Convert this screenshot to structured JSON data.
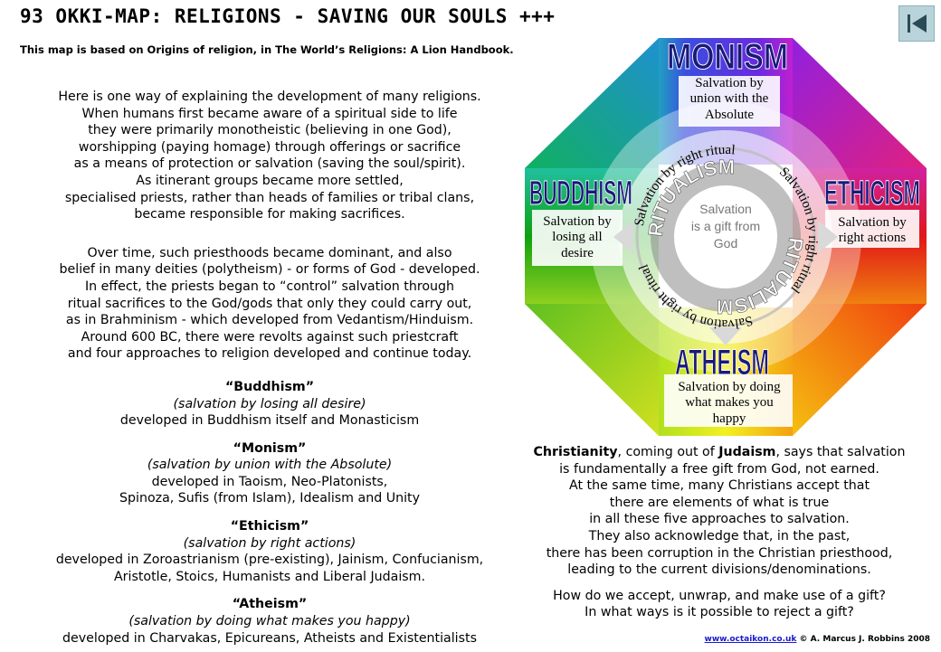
{
  "header": {
    "title": "93 OKKI-MAP: RELIGIONS - SAVING OUR SOULS +++",
    "subtitle": "This map is based on Origins of religion, in The World’s Religions: A Lion Handbook."
  },
  "intro": [
    [
      "Here is one way of explaining the development of many religions.",
      "When humans first became aware of a spiritual side to life",
      "they were primarily monotheistic (believing in one God),",
      "worshipping (paying homage) through offerings or sacrifice",
      "as a means of protection or salvation (saving the soul/spirit).",
      "As itinerant groups became more settled,",
      "specialised priests, rather than heads of families or tribal clans,",
      "became responsible for making sacrifices."
    ],
    [
      "Over time, such priesthoods became dominant, and also",
      "belief in many deities (polytheism) - or forms of God - developed.",
      "In effect, the priests began to “control” salvation through",
      "ritual sacrifices to the God/gods that only they could carry out,",
      "as in Brahminism - which developed from Vedantism/Hinduism.",
      "Around 600 BC, there were revolts against such priestcraft",
      "and four approaches to religion developed and continue today."
    ]
  ],
  "approaches": [
    {
      "name": "“Buddhism”",
      "desc": "(salvation by losing all desire)",
      "lines": [
        "developed in Buddhism itself and Monasticism"
      ]
    },
    {
      "name": "“Monism”",
      "desc": "(salvation by union with the Absolute)",
      "lines": [
        "developed in Taoism, Neo-Platonists,",
        "Spinoza, Sufis (from Islam), Idealism and Unity"
      ]
    },
    {
      "name": "“Ethicism”",
      "desc": "(salvation by right actions)",
      "lines": [
        "developed in Zoroastrianism (pre-existing), Jainism, Confucianism,",
        "Aristotle, Stoics, Humanists and Liberal Judaism."
      ]
    },
    {
      "name": "“Atheism”",
      "desc": "(salvation by doing what makes you happy)",
      "lines": [
        "developed in Charvakas, Epicureans, Atheists and Existentialists"
      ]
    }
  ],
  "christianity": {
    "lead_bold_1": "Christianity",
    "lead_mid": ", coming out of ",
    "lead_bold_2": "Judaism",
    "lead_end": ", says that salvation",
    "lines": [
      "is fundamentally a free gift from God, not earned.",
      "At the same time, many Christians accept that",
      "there are elements of what is true",
      "in all these five approaches to salvation.",
      "They also acknowledge that, in the past,",
      "there has been corruption in the Christian priesthood,",
      "leading to the current divisions/denominations."
    ],
    "questions": [
      "How do we accept, unwrap, and make use of a gift?",
      "In what ways is it possible to reject a gift?"
    ]
  },
  "diagram": {
    "top": {
      "title": "MONISM",
      "lines": [
        "Salvation by",
        "union with the",
        "Absolute"
      ]
    },
    "left": {
      "title": "BUDDHISM",
      "lines": [
        "Salvation by",
        "losing all",
        "desire"
      ]
    },
    "right": {
      "title": "ETHICISM",
      "lines": [
        "Salvation by",
        "right actions"
      ]
    },
    "bottom": {
      "title": "ATHEISM",
      "lines": [
        "Salvation by doing",
        "what makes you",
        "happy"
      ]
    },
    "center": {
      "lines": [
        "Salvation",
        "is a gift from",
        "God"
      ],
      "ring_word": "RITUALISM",
      "ring_phrase": "Salvation by right ritual"
    },
    "colors": {
      "top": "#3030e0",
      "left": "#10a010",
      "right": "#e02020",
      "bottom": "#f0e020",
      "title_fill": "#1a1a7a",
      "ring": "#8a8a8a"
    }
  },
  "footer": {
    "link": "www.octaikon.co.uk",
    "copyright": " © A. Marcus J. Robbins 2008"
  }
}
